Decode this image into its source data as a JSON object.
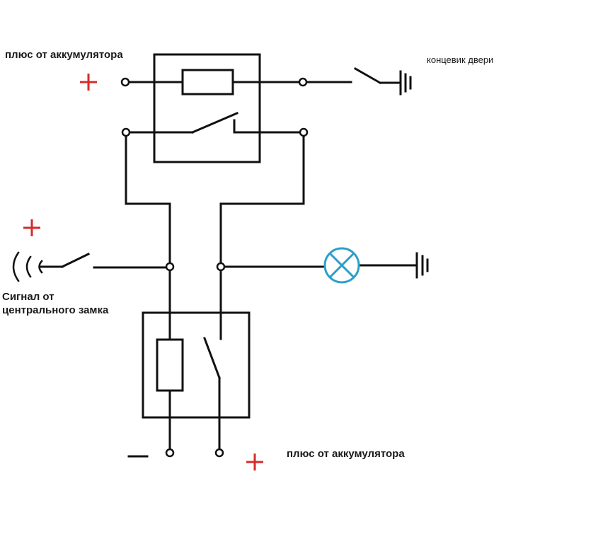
{
  "labels": {
    "battery_plus_top": "плюс от аккумулятора",
    "door_switch": "концевик двери",
    "central_lock_signal": "Сигнал от\nцентрального замка",
    "battery_plus_bottom": "плюс от аккумулятора"
  },
  "symbols": {
    "plus_sign": "+",
    "minus_sign": "–"
  },
  "colors": {
    "wire": "#111111",
    "polarity": "#d62b2b",
    "lamp": "#2aa0c8"
  }
}
